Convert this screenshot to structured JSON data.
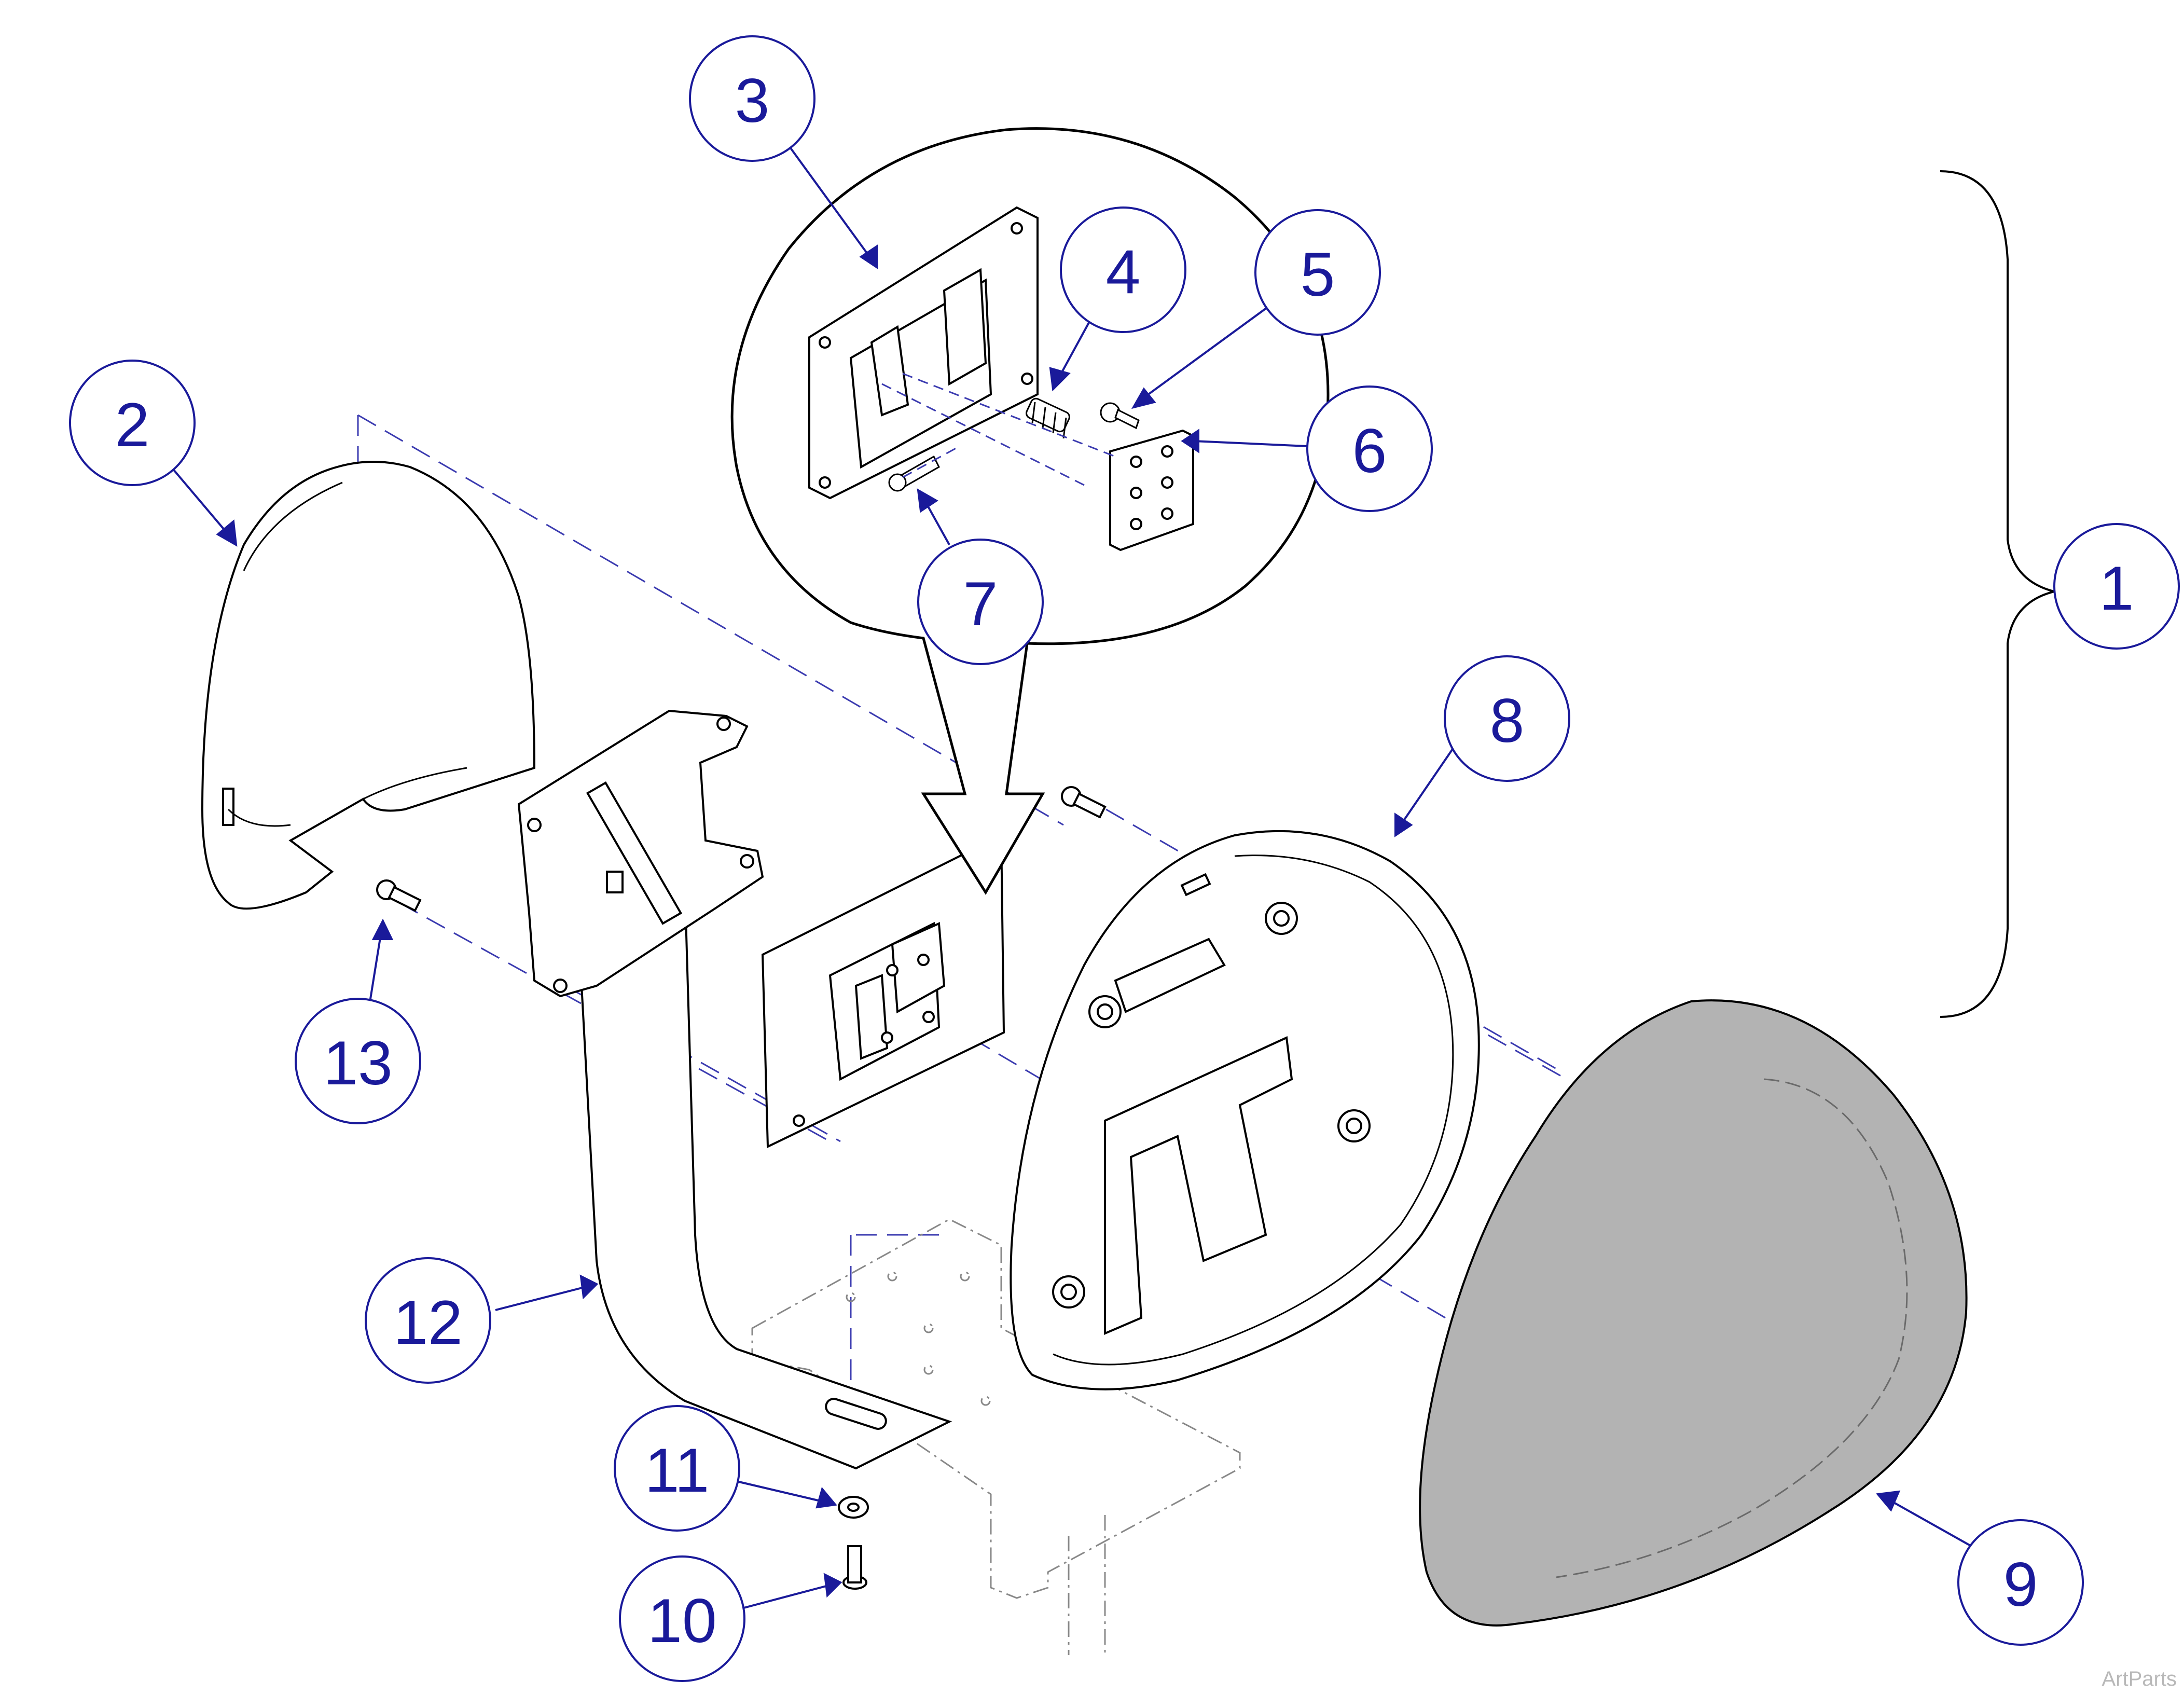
{
  "callouts": [
    {
      "id": "1",
      "label": "1"
    },
    {
      "id": "2",
      "label": "2"
    },
    {
      "id": "3",
      "label": "3"
    },
    {
      "id": "4",
      "label": "4"
    },
    {
      "id": "5",
      "label": "5"
    },
    {
      "id": "6",
      "label": "6"
    },
    {
      "id": "7",
      "label": "7"
    },
    {
      "id": "8",
      "label": "8"
    },
    {
      "id": "9",
      "label": "9"
    },
    {
      "id": "10",
      "label": "10"
    },
    {
      "id": "11",
      "label": "11"
    },
    {
      "id": "12",
      "label": "12"
    },
    {
      "id": "13",
      "label": "13"
    }
  ],
  "watermark": "ArtParts",
  "colors": {
    "callout_stroke": "#1a1a9a",
    "callout_text": "#1a1a9a",
    "line_art": "#000000",
    "guide_dash": "#3b3bb0",
    "pad_fill": "#b3b3b3",
    "background": "#ffffff"
  }
}
